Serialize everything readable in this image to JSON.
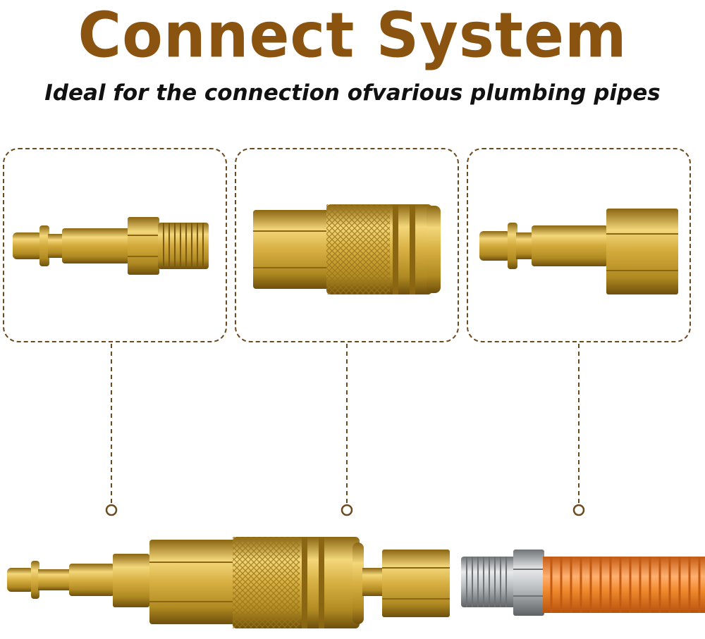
{
  "header": {
    "title": "Connect System",
    "subtitle": "Ideal for the connection ofvarious plumbing pipes"
  },
  "colors": {
    "title": "#8a5410",
    "brass": "#d2a93a",
    "brass_dark": "#9a7418",
    "hose": "#f08a2e",
    "steel": "#b9bcbf",
    "dashed_line": "#6b4a1f"
  },
  "panels": [
    {
      "part": "male-threaded-plug"
    },
    {
      "part": "female-coupler"
    },
    {
      "part": "female-threaded-plug"
    }
  ]
}
